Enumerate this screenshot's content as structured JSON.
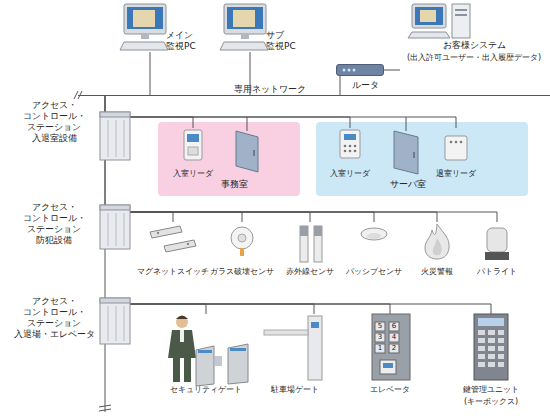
{
  "diagram": {
    "nodes": [
      {
        "text": [
          "メイン 監視PC"
        ]
      },
      {
        "text": [
          "サブ 監視PC"
        ]
      },
      {
        "text": [
          "ルータ"
        ]
      },
      {
        "text": [
          "お客様システム",
          "(出入許可ユーザー・出入履歴データ)"
        ]
      },
      {
        "text": [
          "専用ネットワーク"
        ]
      },
      {
        "text": [
          "アクセス・ コントロール・ ステーション 入退室設備"
        ]
      },
      {
        "text": [
          "事務室"
        ]
      },
      {
        "text": [
          "入室リーダ"
        ],
        "in": 6
      },
      {
        "text": [
          "サーバ室"
        ]
      },
      {
        "text": [
          "入室リーダ"
        ],
        "in": 8
      },
      {
        "text": [
          "退室リーダ"
        ],
        "in": 8
      },
      {
        "text": [
          "アクセス・ コントロール・ ステーション 防犯設備"
        ]
      },
      {
        "text": [
          "マグネットスイッチ"
        ]
      },
      {
        "text": [
          "ガラス破壊センサ"
        ]
      },
      {
        "text": [
          "赤外線センサ"
        ]
      },
      {
        "text": [
          "パッシブセンサ"
        ]
      },
      {
        "text": [
          "火災警報"
        ]
      },
      {
        "text": [
          "パトライト"
        ]
      },
      {
        "text": [
          "アクセス・ コントロール・ ステーション 入退場・エレベータ"
        ]
      },
      {
        "text": [
          "セキュリティゲート"
        ]
      },
      {
        "text": [
          "駐車場ゲート"
        ]
      },
      {
        "text": [
          "エレベータ"
        ]
      },
      {
        "text": [
          "鍵管理ユニット",
          "(キーボックス)"
        ]
      }
    ],
    "edges": [
      {
        "from": 0,
        "to": 4,
        "arrow": "none"
      },
      {
        "from": 1,
        "to": 4,
        "arrow": "none"
      },
      {
        "from": 2,
        "to": 4,
        "arrow": "none"
      },
      {
        "from": 2,
        "to": 3,
        "arrow": "none"
      },
      {
        "from": 4,
        "to": 5,
        "arrow": "none"
      },
      {
        "from": 4,
        "to": 11,
        "arrow": "none"
      },
      {
        "from": 4,
        "to": 18,
        "arrow": "none"
      },
      {
        "from": 5,
        "to": 7,
        "arrow": "none"
      },
      {
        "from": 5,
        "to": 9,
        "arrow": "none"
      },
      {
        "from": 5,
        "to": 10,
        "arrow": "none"
      },
      {
        "from": 11,
        "to": 12,
        "arrow": "none"
      },
      {
        "from": 11,
        "to": 13,
        "arrow": "none"
      },
      {
        "from": 11,
        "to": 14,
        "arrow": "none"
      },
      {
        "from": 11,
        "to": 15,
        "arrow": "none"
      },
      {
        "from": 11,
        "to": 16,
        "arrow": "none"
      },
      {
        "from": 11,
        "to": 17,
        "arrow": "none"
      },
      {
        "from": 18,
        "to": 19,
        "arrow": "none"
      },
      {
        "from": 18,
        "to": 20,
        "arrow": "none"
      },
      {
        "from": 18,
        "to": 21,
        "arrow": "none"
      },
      {
        "from": 18,
        "to": 22,
        "arrow": "none"
      }
    ],
    "labels": [
      "5",
      "6",
      "3",
      "4",
      "1",
      "2"
    ]
  }
}
